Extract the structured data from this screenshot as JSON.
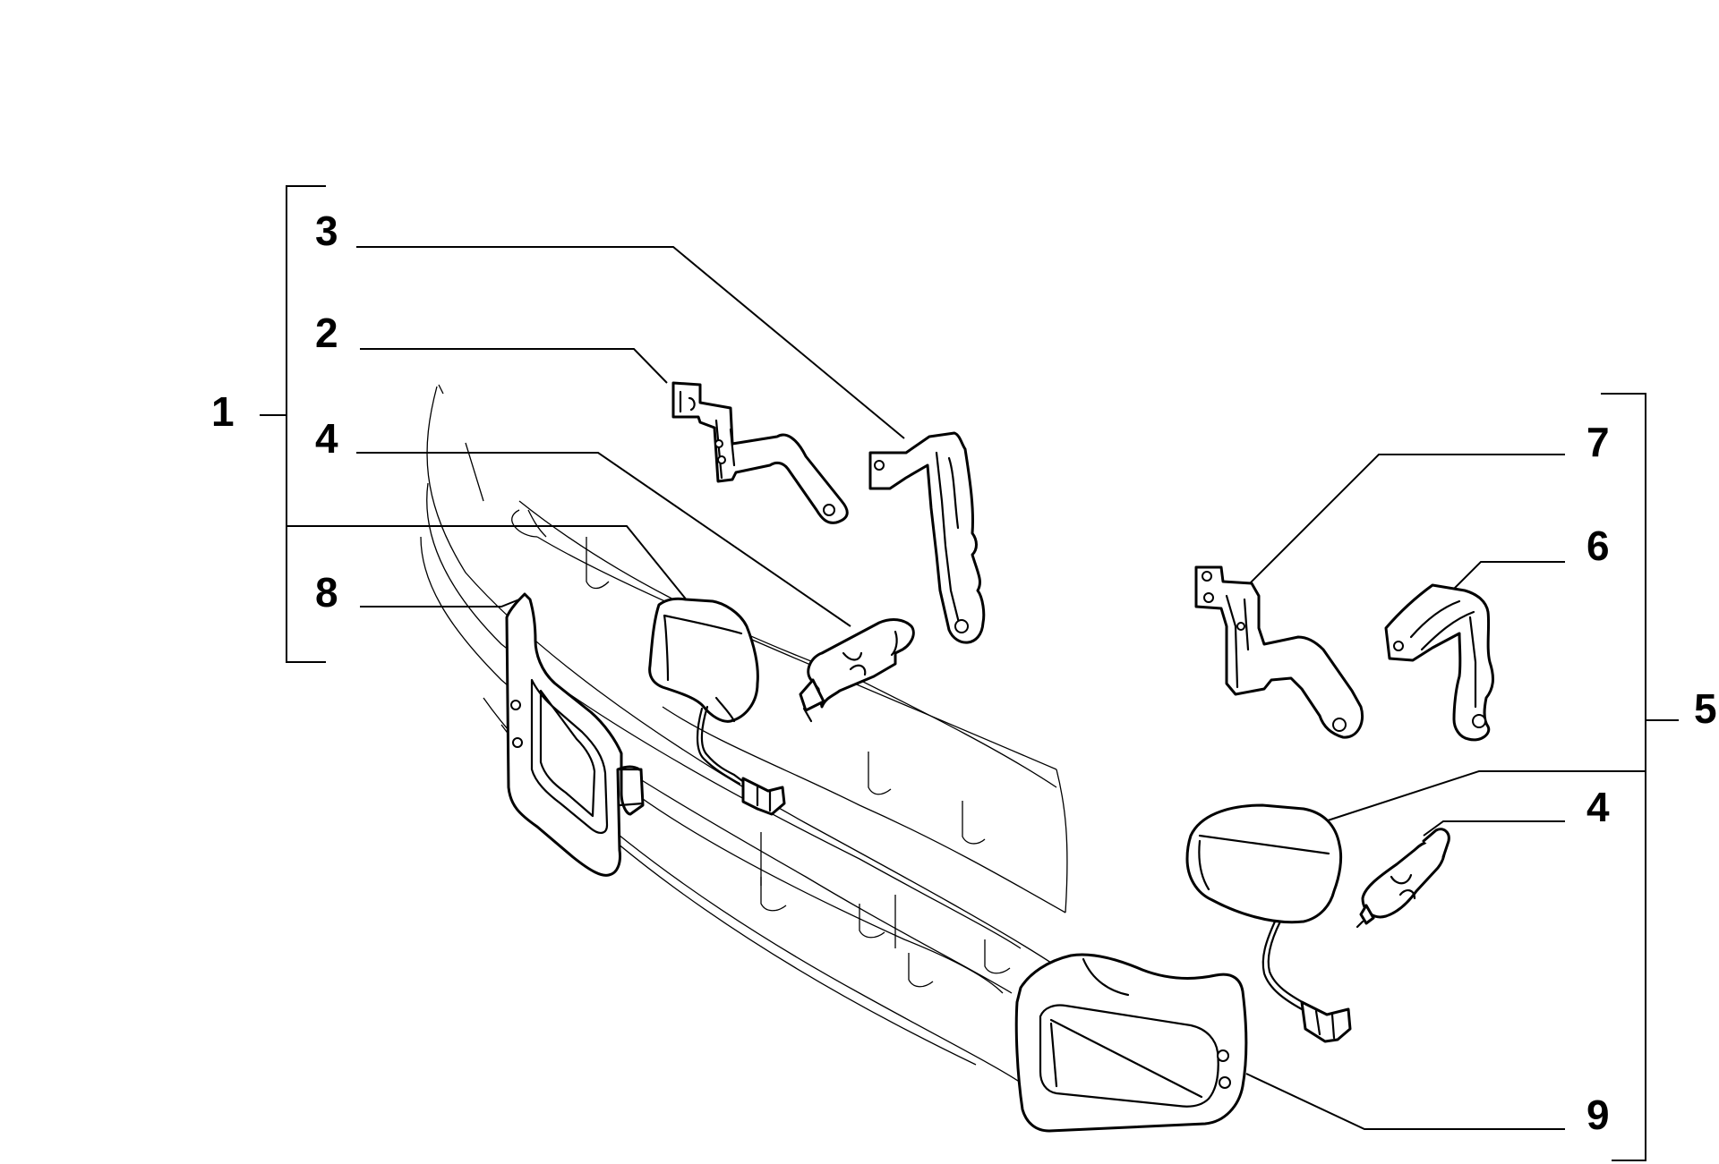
{
  "callouts": {
    "c1": "1",
    "c2": "2",
    "c3": "3",
    "c4_left": "4",
    "c4_right": "4",
    "c5": "5",
    "c6": "6",
    "c7": "7",
    "c8": "8",
    "c9": "9"
  }
}
